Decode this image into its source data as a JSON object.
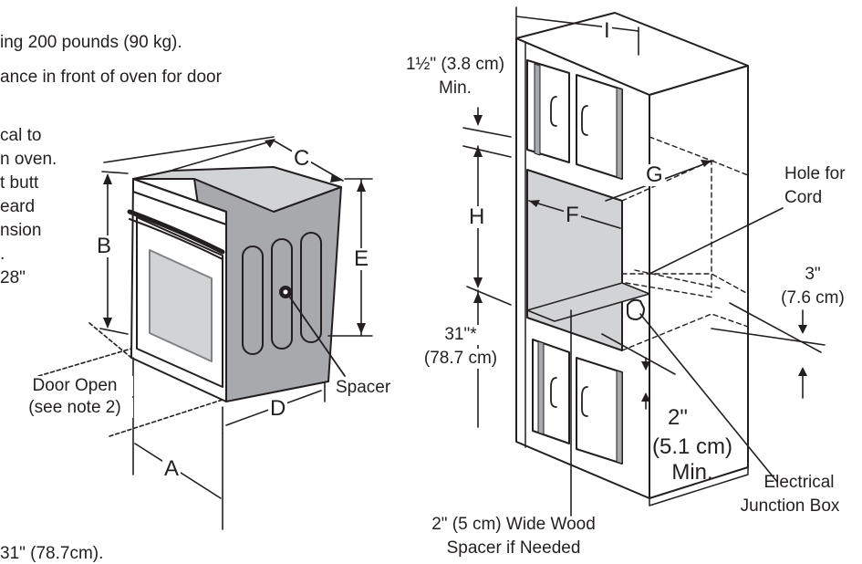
{
  "notes_text": {
    "line1": "ing 200 pounds (90 kg).",
    "line2": "ance in front of oven for door",
    "line3": "cal to",
    "line4": "n oven.",
    "line5": "t butt",
    "line6": "eard",
    "line7": "nsion",
    "line8": ".",
    "line9": "28\"",
    "bottom": "31\" (78.7cm)."
  },
  "oven_diagram": {
    "dim_a": "A",
    "dim_b": "B",
    "dim_c": "C",
    "dim_d": "D",
    "dim_e": "E",
    "door_open": "Door Open",
    "door_open_note": "(see note 2)",
    "spacer": "Spacer"
  },
  "cabinet_diagram": {
    "dim_i": "I",
    "dim_h": "H",
    "dim_g": "G",
    "dim_f": "F",
    "top_clear_line1": "1½\" (3.8 cm)",
    "top_clear_line2": "Min.",
    "hole_line1": "Hole for",
    "hole_line2": "Cord",
    "right_dim_line1": "3\"",
    "right_dim_line2": "(7.6 cm)",
    "floor_height_line1": "31\"*",
    "floor_height_line2": "(78.7 cm)",
    "bottom_clear_line1": "2\"",
    "bottom_clear_line2": "(5.1 cm)",
    "bottom_clear_line3": "Min.",
    "junction_line1": "Electrical",
    "junction_line2": "Junction Box",
    "wood_spacer_line1": "2\" (5 cm) Wide Wood",
    "wood_spacer_line2": "Spacer if Needed"
  }
}
